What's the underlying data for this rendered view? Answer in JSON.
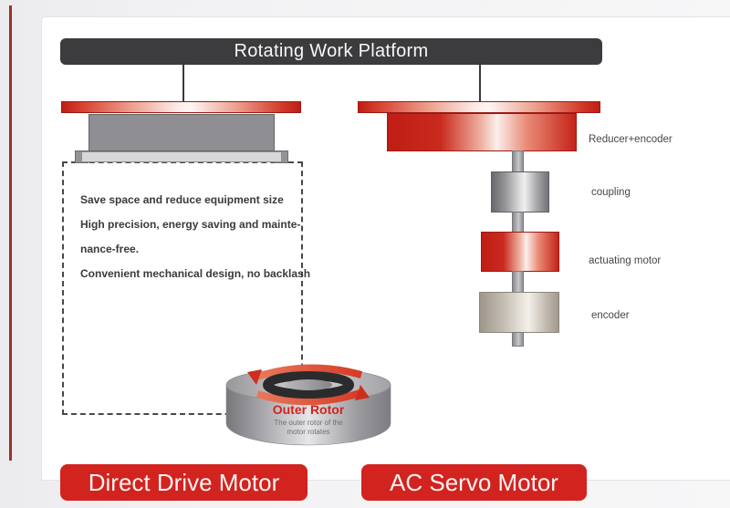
{
  "title_banner": "Rotating Work Platform",
  "direct_drive": {
    "features": [
      "Save space and reduce equipment size",
      "High precision, energy saving and mainte-",
      "nance-free.",
      "Convenient mechanical design, no backlash"
    ],
    "rotor_title": "Outer Rotor",
    "rotor_caption_line1": "The outer rotor of the",
    "rotor_caption_line2": "motor rotates",
    "banner": "Direct Drive Motor"
  },
  "ac_servo": {
    "component_labels": [
      "Reducer+encoder",
      "coupling",
      "actuating motor",
      "encoder"
    ],
    "banner": "AC Servo Motor"
  },
  "colors": {
    "primary_red": "#d2231f",
    "banner_dark": "#3c3c3e",
    "accent_strip_red": "#9e2f28"
  }
}
